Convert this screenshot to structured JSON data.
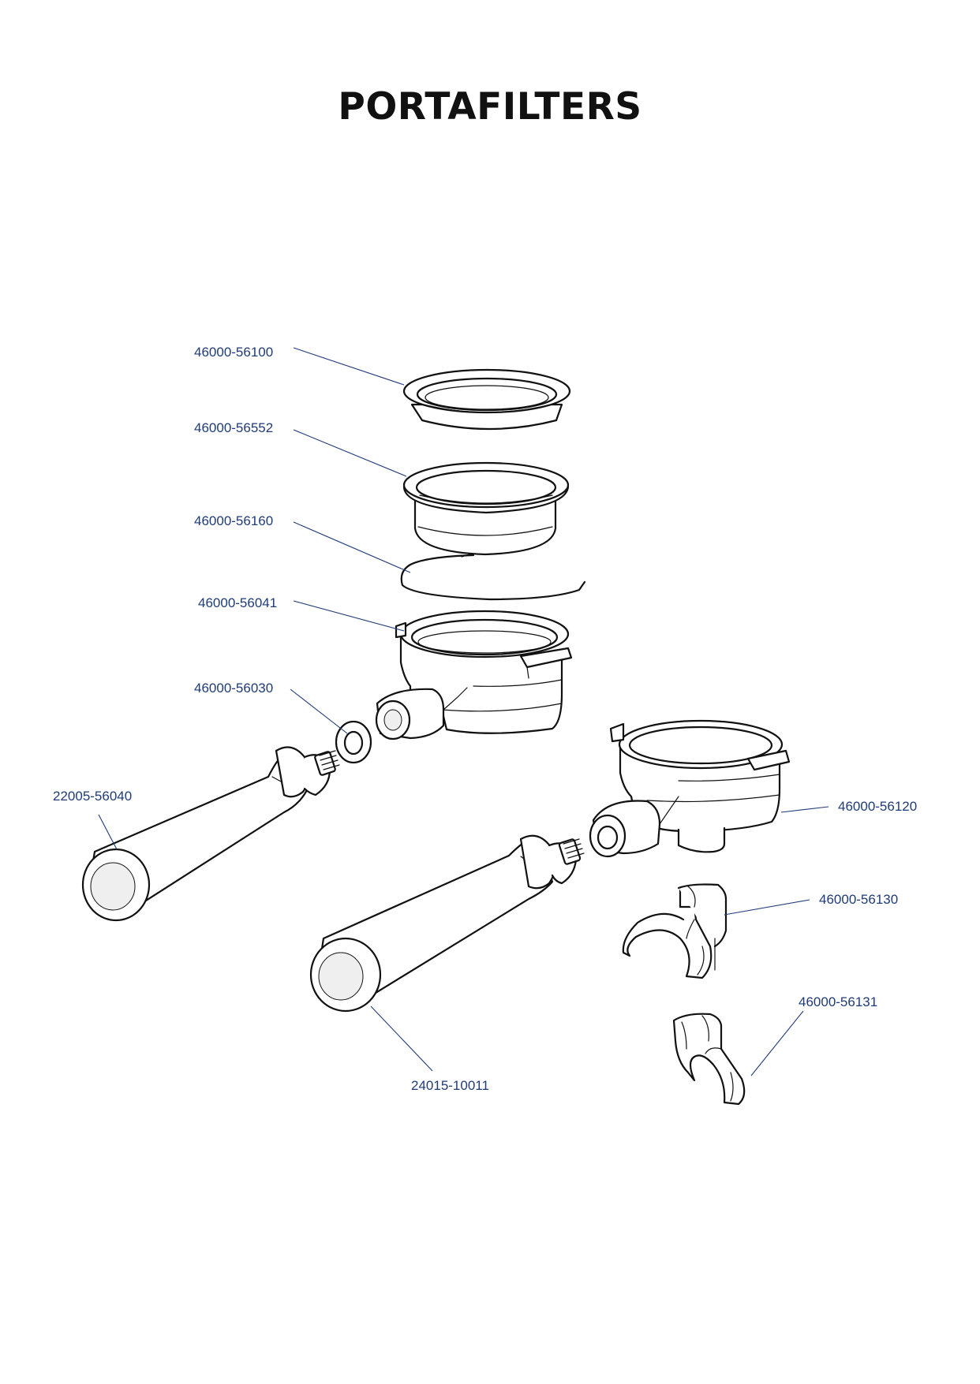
{
  "title": "PORTAFILTERS",
  "parts": [
    {
      "id": "p1",
      "number": "46000-56100"
    },
    {
      "id": "p2",
      "number": "46000-56552"
    },
    {
      "id": "p3",
      "number": "46000-56160"
    },
    {
      "id": "p4",
      "number": "46000-56041"
    },
    {
      "id": "p5",
      "number": "46000-56030"
    },
    {
      "id": "p6",
      "number": "22005-56040"
    },
    {
      "id": "p7",
      "number": "46000-56120"
    },
    {
      "id": "p8",
      "number": "46000-56130"
    },
    {
      "id": "p9",
      "number": "46000-56131"
    },
    {
      "id": "p10",
      "number": "24015-10011"
    }
  ],
  "colors": {
    "label": "#1f3b78",
    "outline": "#111111",
    "title": "#111111"
  }
}
